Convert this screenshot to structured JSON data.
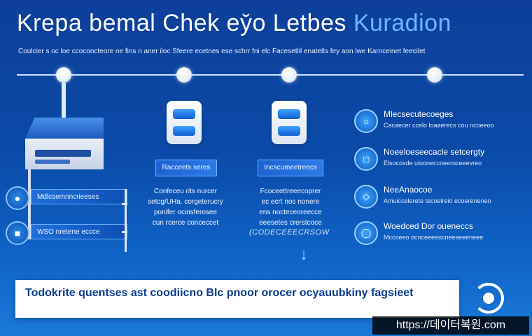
{
  "header": {
    "title_main": "Krepa bemal Chek ey̆o Letbes",
    "title_highlight": "Kuradion",
    "subtitle": "Coulcier s oc loe ccoconcteore ne fins n aner iloc Sfeere ecetnes ese schrr fni elc Facesetlil enatelts fey aon lwe Karnceinet feecilet"
  },
  "left_column": {
    "items": [
      {
        "label": "Mdlcsemnncrieeses",
        "icon": "person-icon"
      },
      {
        "label": "WSO nretene eccce",
        "icon": "shield-icon"
      }
    ]
  },
  "middle_columns": [
    {
      "tag": "Racceets seres",
      "desc_lines": [
        "Confeceu rits nurcer",
        "setcg/UHa. corgeterucry",
        "ponifer ocinsferosee",
        "cun rcerce conceccet"
      ]
    },
    {
      "tag": "Incscumeetreecs",
      "desc_lines": [
        "Fcoceettreeecoprer",
        "ec ecrt nos nonere",
        "ens nocteceoreecce",
        "eeesetes crerstcoce"
      ],
      "outline_text": "(CODECEEECRSOW"
    }
  ],
  "right_column": {
    "items": [
      {
        "title": "Mlecsecutecoeges",
        "sub": "Cacaecer ccelo loaaerecs cou ncoeeoo",
        "icon": "globe-icon"
      },
      {
        "title": "Noeeloeseecacle setcergty",
        "sub": "Elsocosde uiooneccoeeroceeevreo",
        "icon": "monitor-icon"
      },
      {
        "title": "NeeAnaocoe",
        "sub": "Amuiccelerete tecoelreio ecoereneneo",
        "icon": "water-icon"
      },
      {
        "title": "Woedced Dor oueneccs",
        "sub": "Mccoeeo ocnceeeeocneeseeeneee",
        "icon": "circle-icon"
      }
    ]
  },
  "banner": {
    "text": "Todokrite quentses ast coodiicno Blc pnoor orocer ocyauubkiny fagsieet"
  },
  "watermark": {
    "text": "https://데이터복원.com"
  },
  "colors": {
    "background": "#0b4aa8",
    "accent": "#6fb6ff",
    "banner_text": "#0b3b8f"
  }
}
